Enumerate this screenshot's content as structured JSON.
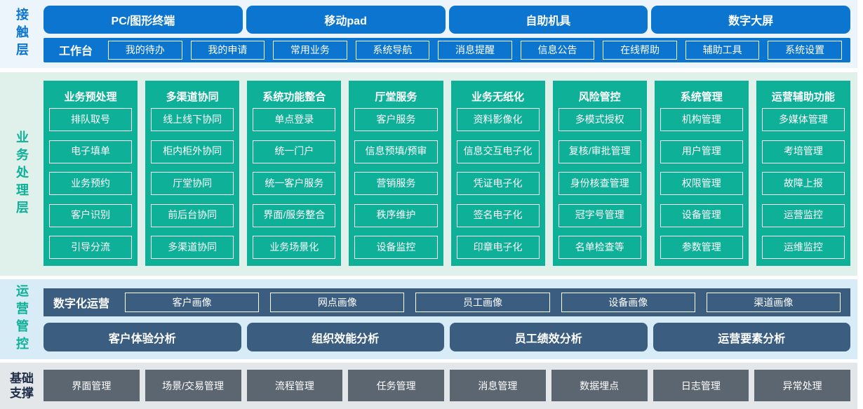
{
  "colors": {
    "blue": "#0b75d0",
    "teal": "#0fb098",
    "slate": "#3a5d80",
    "gray": "#5c6671",
    "navy": "#1e2c46",
    "bgContact": "#edf5fc",
    "bgBusiness": "#dff1ea",
    "bgOperations": "#d8ecf7",
    "bgFoundation": "#e4e7ea"
  },
  "contact_layer": {
    "label": "接触层",
    "devices": [
      "PC/图形终端",
      "移动pad",
      "自助机具",
      "数字大屏"
    ],
    "workbench": {
      "label": "工作台",
      "items": [
        "我的待办",
        "我的申请",
        "常用业务",
        "系统导航",
        "消息提醒",
        "信息公告",
        "在线帮助",
        "辅助工具",
        "系统设置"
      ]
    }
  },
  "business_layer": {
    "label": "业务处理层",
    "columns": [
      {
        "title": "业务预处理",
        "items": [
          "排队取号",
          "电子填单",
          "业务预约",
          "客户识别",
          "引导分流"
        ]
      },
      {
        "title": "多渠道协同",
        "items": [
          "线上线下协同",
          "柜内柜外协同",
          "厅堂协同",
          "前后台协同",
          "多渠道协同"
        ]
      },
      {
        "title": "系统功能整合",
        "items": [
          "单点登录",
          "统一门户",
          "统一客户服务",
          "界面/服务整合",
          "业务场景化"
        ]
      },
      {
        "title": "厅堂服务",
        "items": [
          "客户服务",
          "信息预填/预审",
          "营销服务",
          "秩序维护",
          "设备监控"
        ]
      },
      {
        "title": "业务无纸化",
        "items": [
          "资料影像化",
          "信息交互电子化",
          "凭证电子化",
          "签名电子化",
          "印章电子化"
        ]
      },
      {
        "title": "风险管控",
        "items": [
          "多模式授权",
          "复核/审批管理",
          "身份核查管理",
          "冠字号管理",
          "名单检查等"
        ]
      },
      {
        "title": "系统管理",
        "items": [
          "机构管理",
          "用户管理",
          "权限管理",
          "设备管理",
          "参数管理"
        ]
      },
      {
        "title": "运营辅助功能",
        "items": [
          "多媒体管理",
          "考培管理",
          "故障上报",
          "运营监控",
          "运维监控"
        ]
      }
    ]
  },
  "operations_layer": {
    "label": "运营管控",
    "digital": {
      "label": "数字化运营",
      "items": [
        "客户画像",
        "网点画像",
        "员工画像",
        "设备画像",
        "渠道画像"
      ]
    },
    "analysis": [
      "客户体验分析",
      "组织效能分析",
      "员工绩效分析",
      "运营要素分析"
    ]
  },
  "foundation_layer": {
    "label_line1": "基础",
    "label_line2": "支撑",
    "items": [
      "界面管理",
      "场景/交易管理",
      "流程管理",
      "任务管理",
      "消息管理",
      "数据埋点",
      "日志管理",
      "异常处理"
    ]
  }
}
